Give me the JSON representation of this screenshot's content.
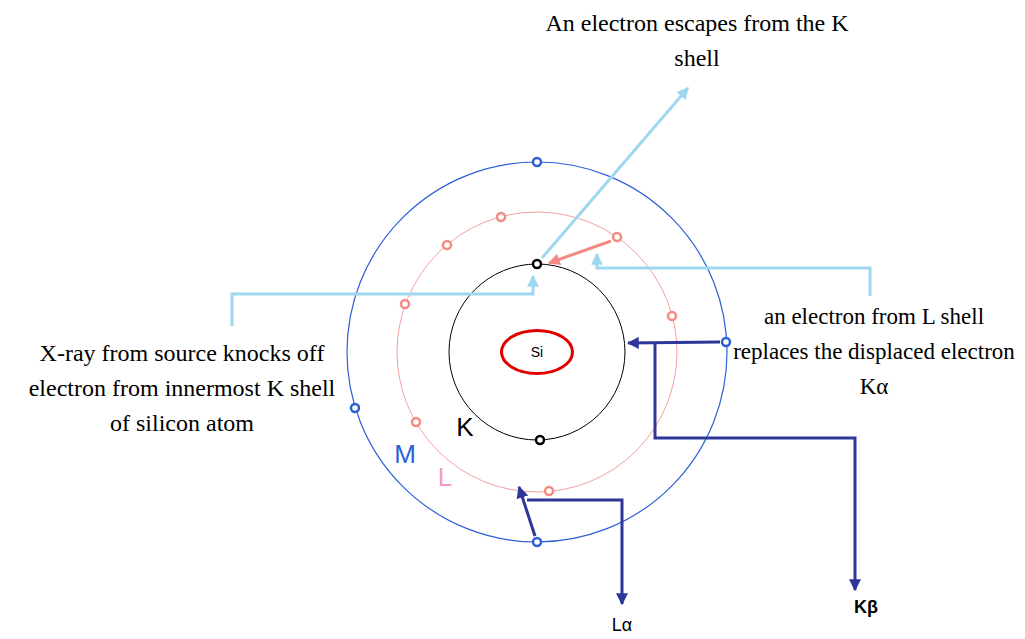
{
  "diagram": {
    "nodes": [
      {
        "text": [
          "Si"
        ]
      }
    ],
    "labels": [
      "An electron escapes from the K shell",
      "X-ray from source knocks off electron from innermost K shell of silicon atom",
      "an electron from L shell replaces the displaced electron Kα",
      "K",
      "L",
      "M",
      "Kβ",
      "Lα"
    ]
  }
}
